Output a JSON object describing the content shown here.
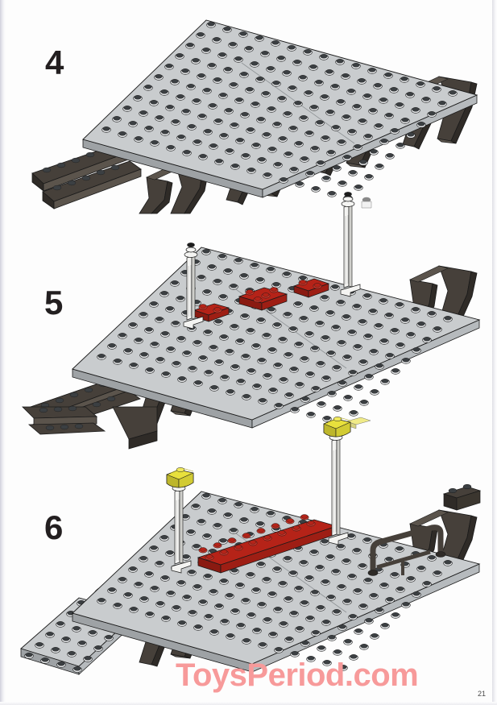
{
  "document": {
    "type": "lego-instruction-manual-page",
    "page_number": "21",
    "watermark": "ToysPeriod.com",
    "background_color": "#fdfdfd"
  },
  "palette": {
    "plate_light_gray": "#c9ccce",
    "plate_light_gray_shade": "#9ea2a5",
    "stud_dark": "#3b3f42",
    "stud_rim_light": "#e8eaec",
    "support_dark": "#46403a",
    "support_dark_shade": "#2f2b27",
    "support_dark_light": "#5b544c",
    "red_plate": "#b52318",
    "red_plate_shade": "#8a1a11",
    "red_plate_light": "#d4372a",
    "lamp_white": "#f4f4f2",
    "lamp_white_shade": "#cfcfcb",
    "lamp_shade_yellow": "#e8e03c",
    "lamp_shade_yellow_shade": "#bdb62c",
    "knob_black": "#1d1d1d",
    "outline": "#1a1a1a",
    "step_number_color": "#231f20",
    "watermark_color": "#f79a9a"
  },
  "steps": [
    {
      "number": "4",
      "label": "Step 4",
      "description": "Long light-gray platform plate mounted on five dark support legs, with two dark ramp rail pieces attached at the lower-left end.",
      "parts": [
        {
          "name": "platform-plate",
          "color_key": "plate_light_gray",
          "count": 2
        },
        {
          "name": "support-leg",
          "color_key": "support_dark",
          "count": 5
        },
        {
          "name": "ramp-rail",
          "color_key": "support_dark",
          "count": 2
        }
      ]
    },
    {
      "number": "5",
      "label": "Step 5",
      "description": "Same platform with two white lamp posts added and three small red plates placed on the deck surface.",
      "parts": [
        {
          "name": "lamp-post",
          "color_key": "lamp_white",
          "count": 2
        },
        {
          "name": "red-plate-small",
          "color_key": "red_plate",
          "count": 3
        },
        {
          "name": "support-leg",
          "color_key": "support_dark",
          "count": 5
        }
      ]
    },
    {
      "number": "6",
      "label": "Step 6",
      "description": "Completed section: yellow lamp shades on both lamp posts, one long red 2x12 bench plate, two dark railing fences and a wide gray ramp plate at the left end.",
      "parts": [
        {
          "name": "lamp-shade",
          "color_key": "lamp_shade_yellow",
          "count": 2
        },
        {
          "name": "red-bench-plate",
          "color_key": "red_plate",
          "count": 1
        },
        {
          "name": "railing-fence",
          "color_key": "support_dark",
          "count": 2
        },
        {
          "name": "ramp-plate",
          "color_key": "plate_light_gray",
          "count": 1
        }
      ]
    }
  ]
}
